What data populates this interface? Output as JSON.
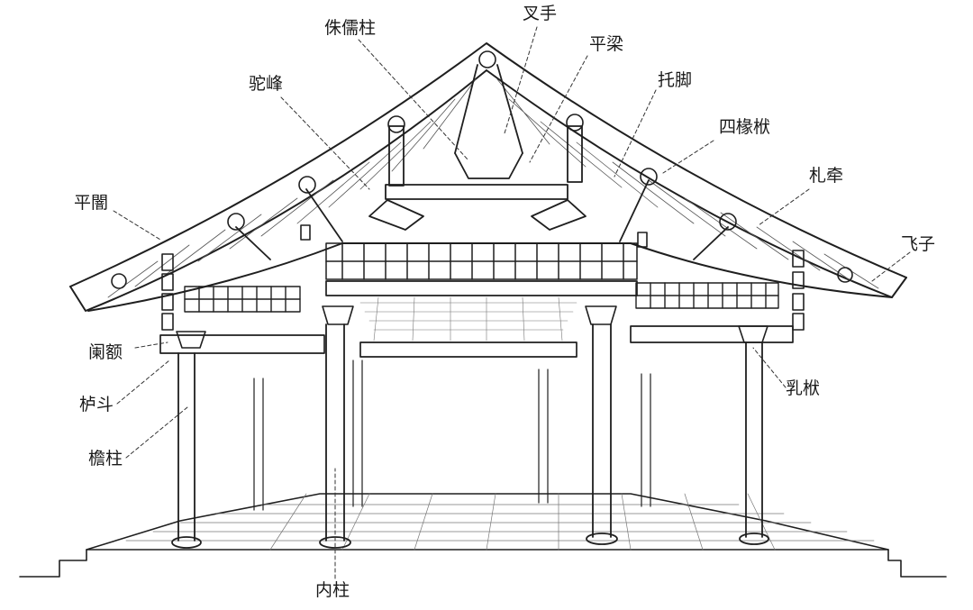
{
  "labels": {
    "zhuru_zhu": "侏儒柱",
    "cha_shou": "叉手",
    "ping_liang": "平梁",
    "tuo_feng": "驼峰",
    "tuo_jiao": "托脚",
    "si_chuan_fu": "四椽栿",
    "ping_an": "平闇",
    "zha_qian": "札牵",
    "fei_zi": "飞子",
    "lan_e": "阑额",
    "lu_dou": "栌斗",
    "ru_fu": "乳栿",
    "yan_zhu": "檐柱",
    "nei_zhu": "内柱"
  },
  "colors": {
    "ink": "#1f1f1f",
    "paper": "#ffffff",
    "hatch": "#555555"
  }
}
